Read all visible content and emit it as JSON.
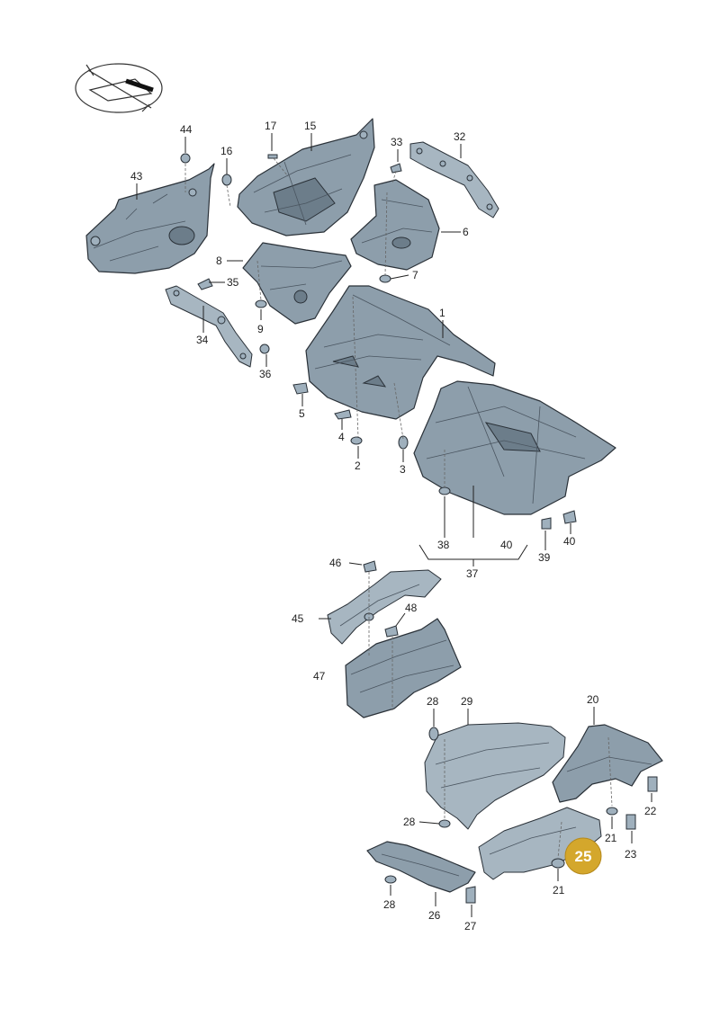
{
  "callouts": {
    "c1": "1",
    "c2": "2",
    "c3": "3",
    "c4": "4",
    "c5": "5",
    "c6": "6",
    "c7": "7",
    "c8": "8",
    "c9": "9",
    "c15": "15",
    "c16": "16",
    "c17": "17",
    "c20": "20",
    "c21a": "21",
    "c21b": "21",
    "c22": "22",
    "c23": "23",
    "c26": "26",
    "c27": "27",
    "c28a": "28",
    "c28b": "28",
    "c28c": "28",
    "c29": "29",
    "c32": "32",
    "c33": "33",
    "c34": "34",
    "c35": "35",
    "c36": "36",
    "c37": "37",
    "c38": "38",
    "c39": "39",
    "c40a": "40",
    "c40b": "40",
    "c43": "43",
    "c44": "44",
    "c45": "45",
    "c46": "46",
    "c47": "47",
    "c48": "48"
  },
  "highlight": {
    "label": "25",
    "color": "#d4a72c"
  },
  "colors": {
    "part": "#8d9eab",
    "outline": "#2a3138"
  },
  "icons": {
    "corner_emblem": "folded-sheet-emblem-icon"
  }
}
